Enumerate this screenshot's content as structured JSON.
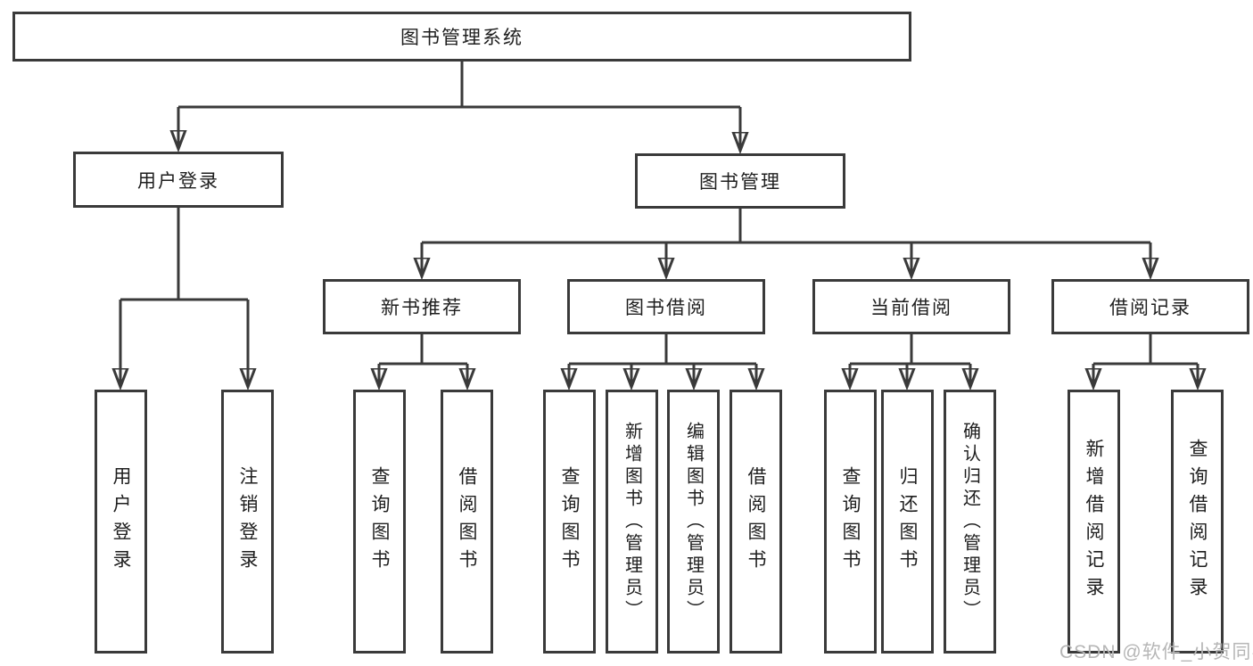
{
  "diagram": {
    "title": "图书管理系统",
    "watermark": "CSDN @软件_小贺同学"
  },
  "nodes": {
    "root": {
      "label": "图书管理系统"
    },
    "user_login": {
      "label": "用户登录"
    },
    "book_management": {
      "label": "图书管理"
    },
    "new_book_rec": {
      "label": "新书推荐"
    },
    "book_borrowing": {
      "label": "图书借阅"
    },
    "current_borrowing": {
      "label": "当前借阅"
    },
    "borrow_records": {
      "label": "借阅记录"
    },
    "leaf_user_login": {
      "label": "用户登录"
    },
    "leaf_logout": {
      "label": "注销登录"
    },
    "rec_query_books": {
      "label": "查询图书"
    },
    "rec_borrow_books": {
      "label": "借阅图书"
    },
    "bb_query_books": {
      "label": "查询图书"
    },
    "bb_add_books": {
      "label": "新增图书（管理员）"
    },
    "bb_edit_books": {
      "label": "编辑图书（管理员）"
    },
    "bb_borrow_books": {
      "label": "借阅图书"
    },
    "cb_query_books": {
      "label": "查询图书"
    },
    "cb_return_books": {
      "label": "归还图书"
    },
    "cb_confirm_return": {
      "label": "确认归还（管理员）"
    },
    "br_add_record": {
      "label": "新增借阅记录"
    },
    "br_query_record": {
      "label": "查询借阅记录"
    }
  },
  "hierarchy": {
    "root": [
      "user_login",
      "book_management"
    ],
    "user_login": [
      "leaf_user_login",
      "leaf_logout"
    ],
    "book_management": [
      "new_book_rec",
      "book_borrowing",
      "current_borrowing",
      "borrow_records"
    ],
    "new_book_rec": [
      "rec_query_books",
      "rec_borrow_books"
    ],
    "book_borrowing": [
      "bb_query_books",
      "bb_add_books",
      "bb_edit_books",
      "bb_borrow_books"
    ],
    "current_borrowing": [
      "cb_query_books",
      "cb_return_books",
      "cb_confirm_return"
    ],
    "borrow_records": [
      "br_add_record",
      "br_query_record"
    ]
  }
}
